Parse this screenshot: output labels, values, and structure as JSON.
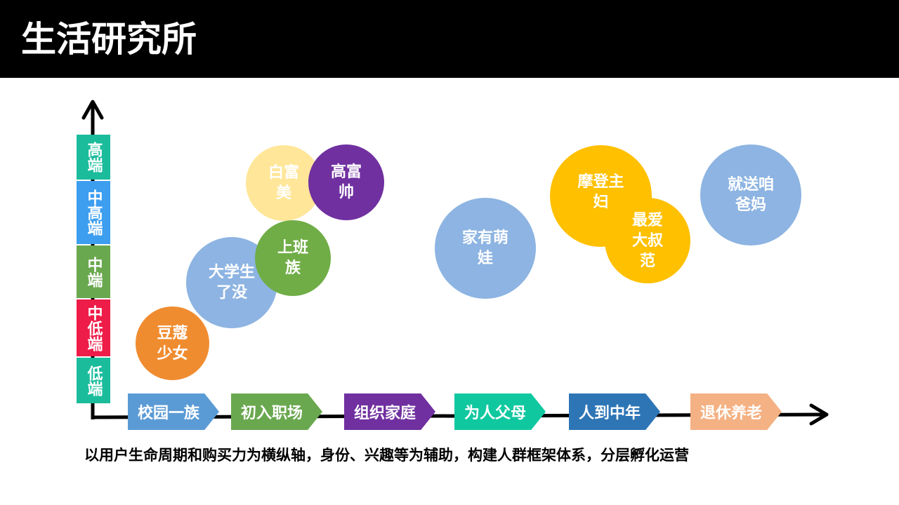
{
  "title": "生活研究所",
  "levels": [
    {
      "label": "高端",
      "color": "#1abc9c"
    },
    {
      "label": "中高端",
      "color": "#3d9ef0"
    },
    {
      "label": "中端",
      "color": "#6aa84f"
    },
    {
      "label": "中低端",
      "color": "#ee1c48"
    },
    {
      "label": "低端",
      "color": "#1abc9c"
    }
  ],
  "stages": [
    {
      "label": "校园一族",
      "color": "#5b9bd5"
    },
    {
      "label": "初入职场",
      "color": "#6aa84f"
    },
    {
      "label": "组织家庭",
      "color": "#7030a0"
    },
    {
      "label": "为人父母",
      "color": "#10c8a0"
    },
    {
      "label": "人到中年",
      "color": "#2e75b6"
    },
    {
      "label": "退休养老",
      "color": "#f4b183"
    }
  ],
  "bubbles": [
    {
      "line1": "白富",
      "line2": "美",
      "color": "#ffe699"
    },
    {
      "line1": "高富",
      "line2": "帅",
      "color": "#7030a0"
    },
    {
      "line1": "大学生",
      "line2": "了没",
      "color": "#8db4e2"
    },
    {
      "line1": "上班",
      "line2": "族",
      "color": "#70ad47"
    },
    {
      "line1": "豆蔻",
      "line2": "少女",
      "color": "#f08c30"
    },
    {
      "line1": "家有萌",
      "line2": "娃",
      "color": "#8db4e2"
    },
    {
      "line1": "摩登主",
      "line2": "妇",
      "color": "#ffc000"
    },
    {
      "line1": "最爱",
      "line2": "大叔",
      "line3": "范",
      "color": "#ffc000"
    },
    {
      "line1": "就送咱",
      "line2": "爸妈",
      "color": "#8db4e2"
    }
  ],
  "caption": "以用户生命周期和购买力为横纵轴，身份、兴趣等为辅助，构建人群框架体系，分层孵化运营"
}
